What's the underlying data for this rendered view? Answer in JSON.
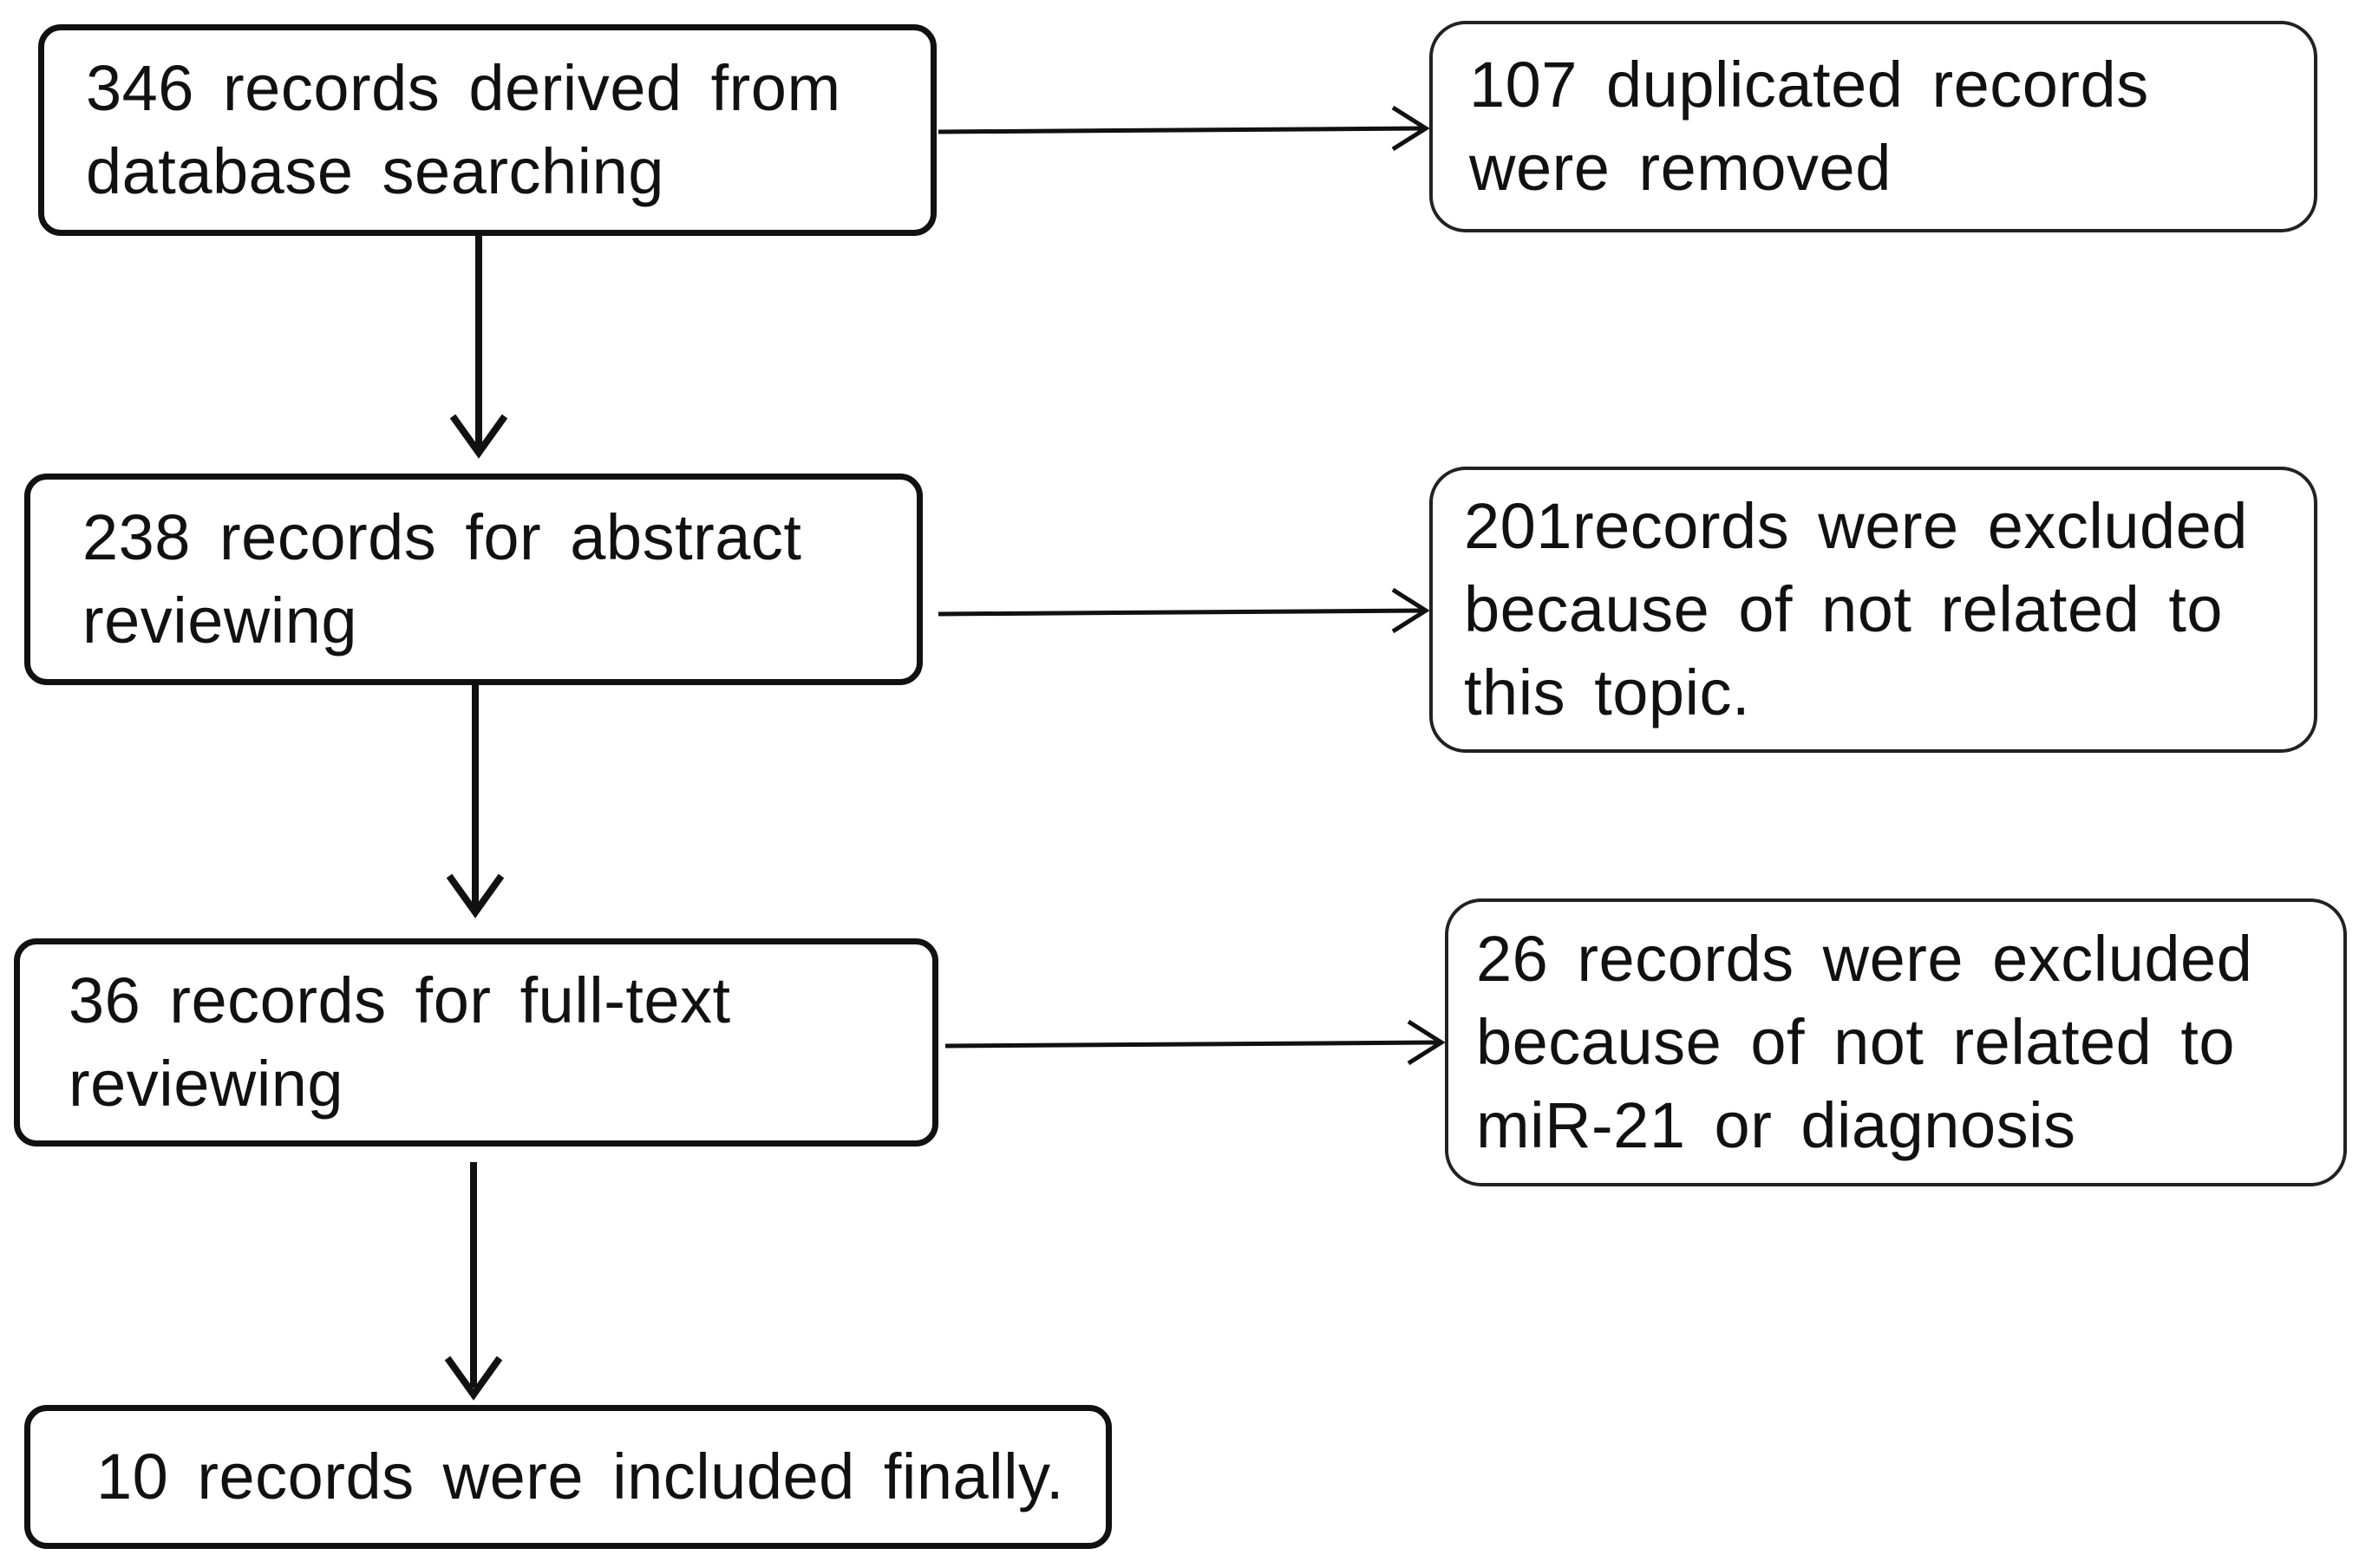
{
  "flow": {
    "steps": [
      {
        "text": "346 records derived from database searching"
      },
      {
        "text": "238 records for abstract reviewing"
      },
      {
        "text": "36 records for full-text reviewing"
      },
      {
        "text": "10 records were included finally."
      }
    ],
    "exclusions": [
      {
        "text": "107 duplicated records were removed"
      },
      {
        "text": "201records were excluded because of not related to this topic."
      },
      {
        "text": "26 records were excluded because of not related to miR-21 or diagnosis"
      }
    ]
  },
  "colors": {
    "line": "#111111",
    "background": "#ffffff"
  }
}
